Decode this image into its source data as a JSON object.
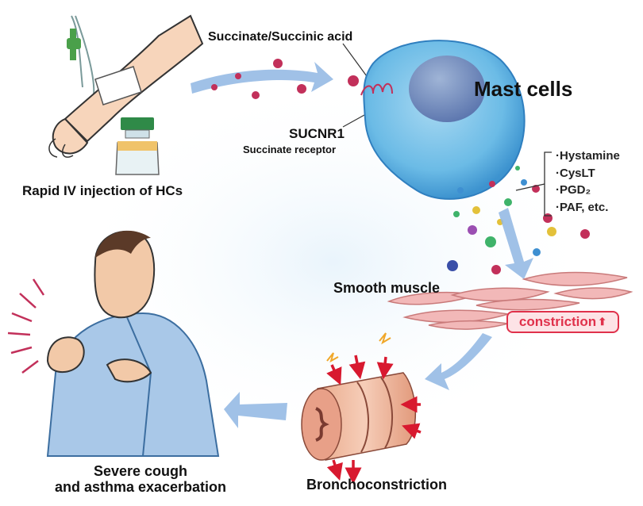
{
  "labels": {
    "succinate": "Succinate/Succinic acid",
    "mast_cells": "Mast cells",
    "sucnr1": "SUCNR1",
    "sucnr1_sub": "Succinate receptor",
    "iv_injection": "Rapid IV injection of HCs",
    "smooth_muscle": "Smooth muscle",
    "constriction": "constriction",
    "constriction_arrow": "⬆",
    "bronchoconstriction": "Bronchoconstriction",
    "cough_line1": "Severe cough",
    "cough_line2": "and asthma exacerbation"
  },
  "mediators": [
    "·Hystamine",
    "·CysLT",
    "·PGD₂",
    "·PAF, etc."
  ],
  "colors": {
    "arrow": "#8fb6e3",
    "mast_cell": "#5aaee0",
    "succinate_dot": "#c2305a",
    "constriction": "#e0314b",
    "muscle": "#f2b8b8",
    "robe": "#a9c8e8",
    "skin": "#f2c9a8"
  }
}
